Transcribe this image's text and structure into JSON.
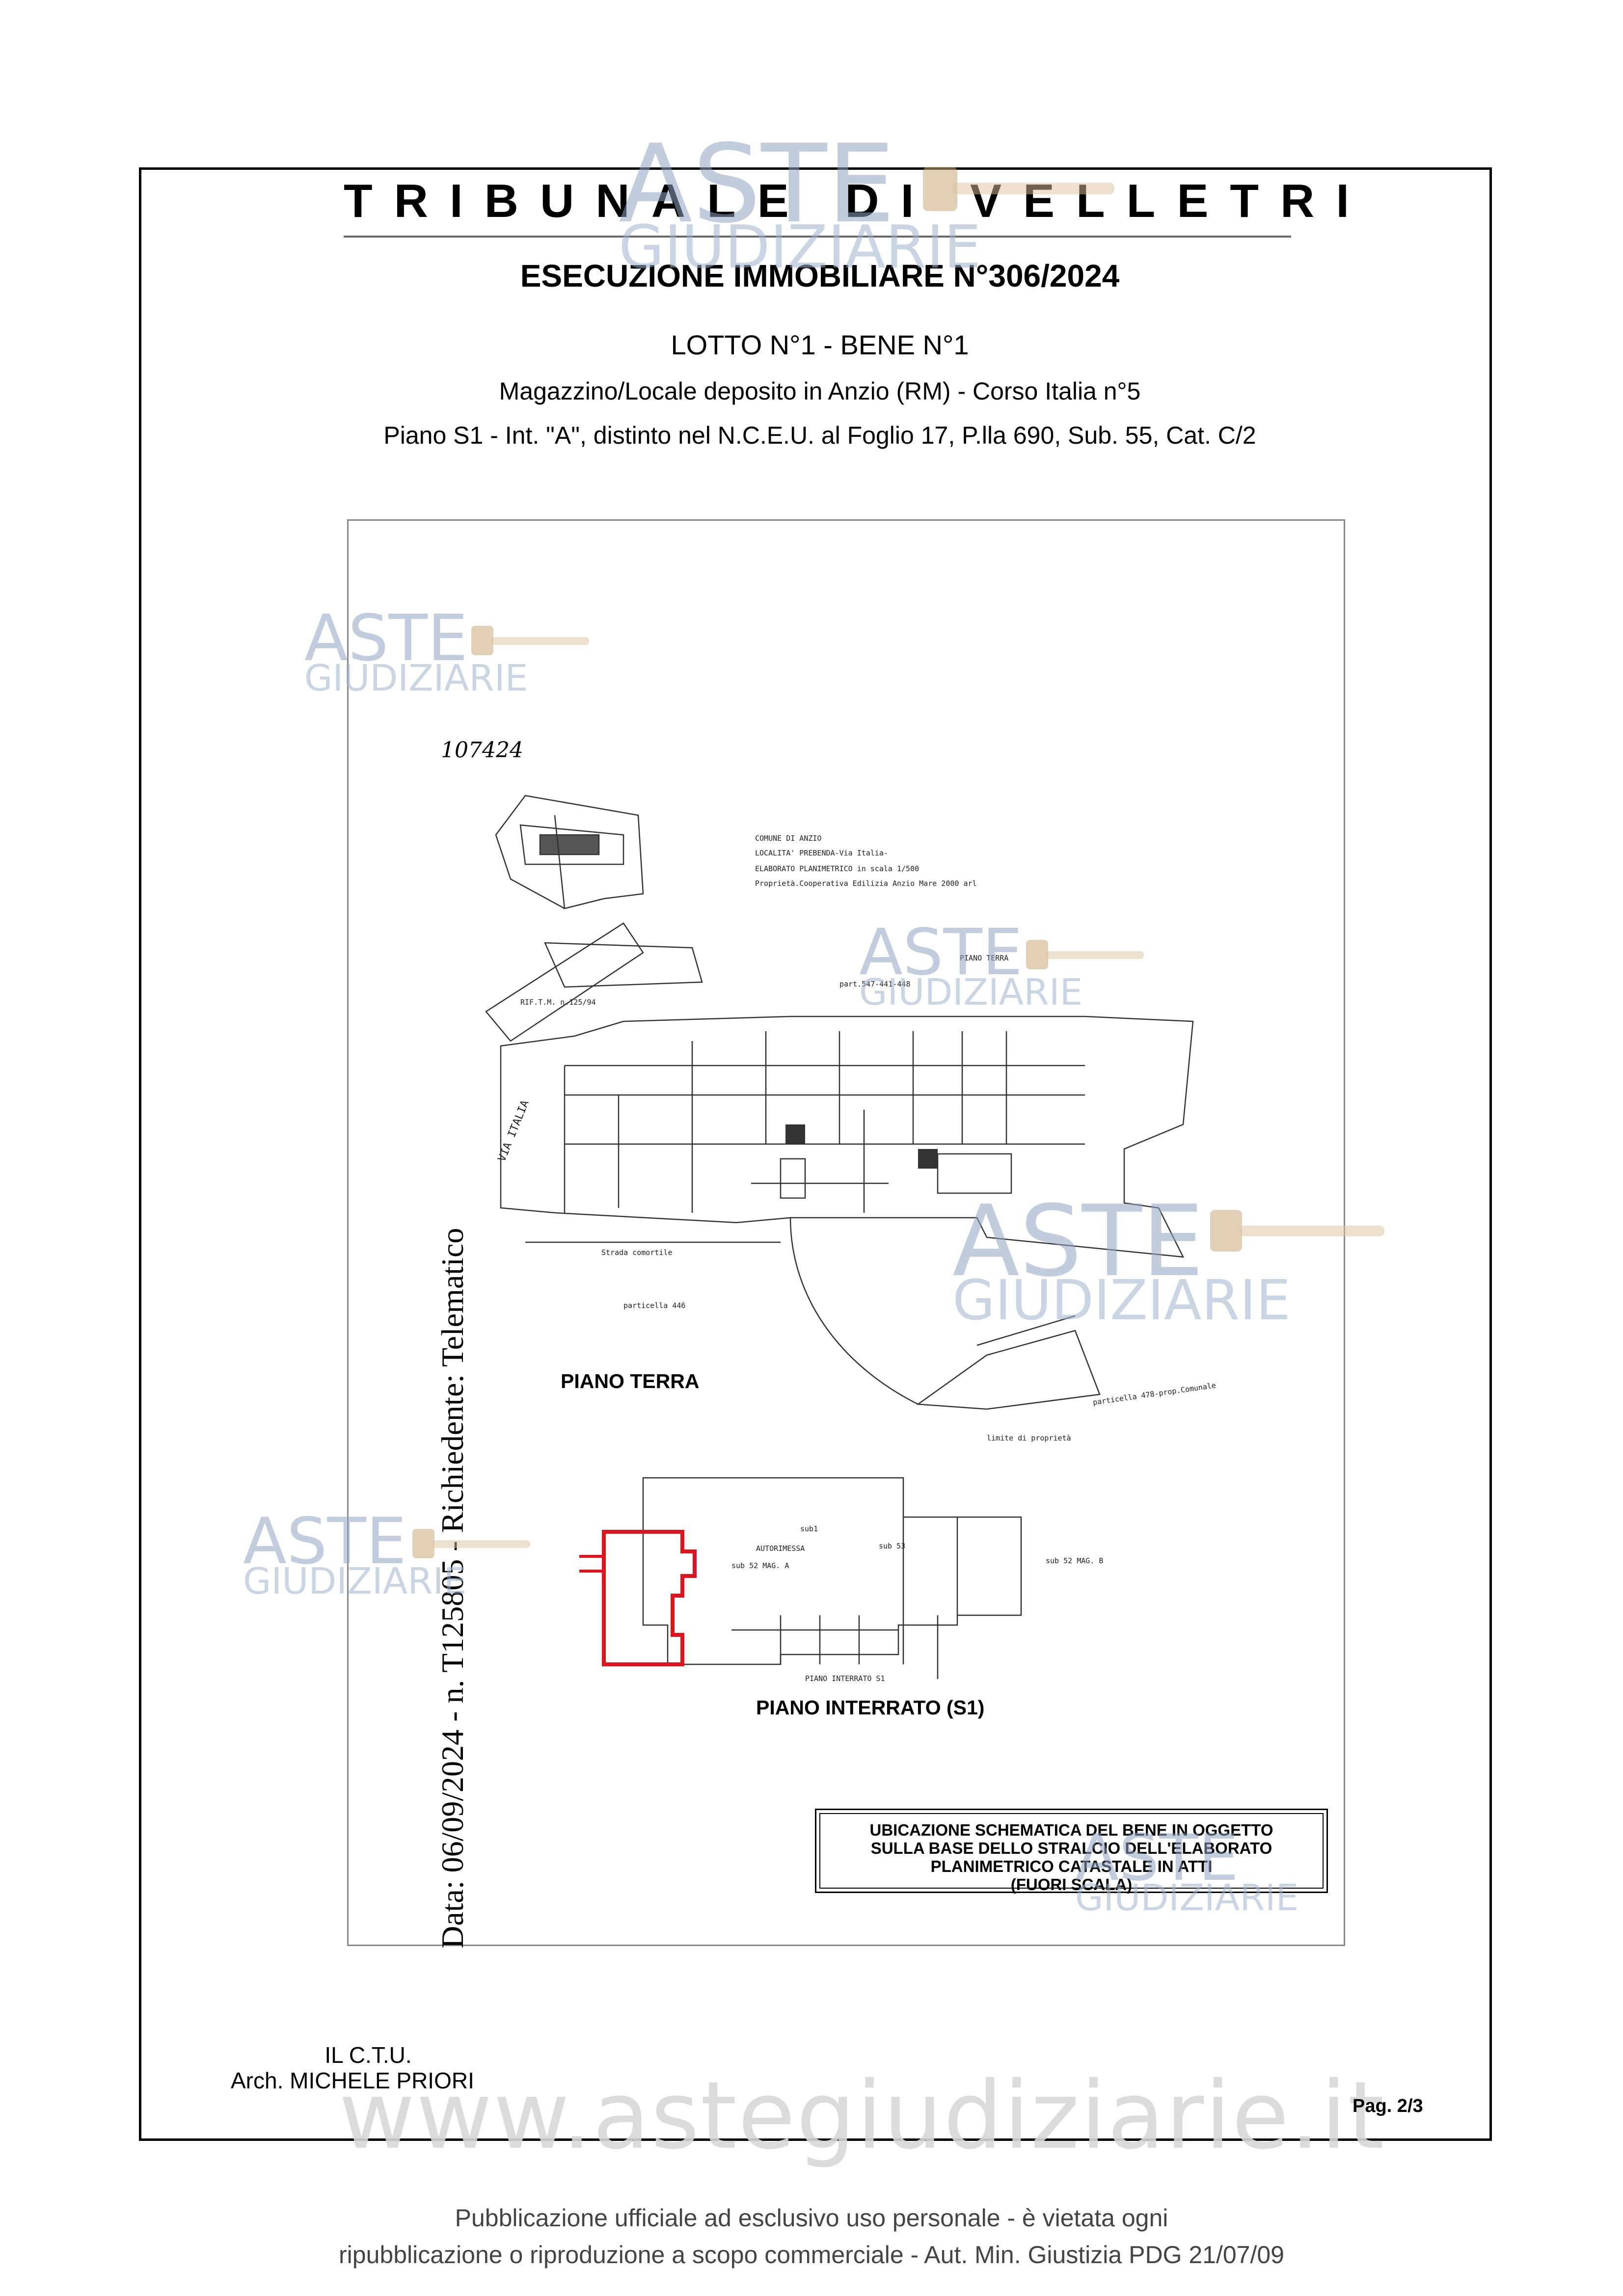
{
  "header": {
    "court": "TRIBUNALE DI VELLETRI",
    "execution": "ESECUZIONE IMMOBILIARE N°306/2024",
    "lot": "LOTTO N°1 - BENE N°1",
    "description_line1": "Magazzino/Locale deposito in Anzio (RM) -  Corso Italia n°5",
    "description_line2": "Piano S1 - Int. \"A\", distinto nel N.C.E.U. al Foglio 17, P.lla 690, Sub. 55, Cat. C/2"
  },
  "plan": {
    "handwritten_number": "107424",
    "notes": [
      "COMUNE DI ANZIO",
      "LOCALITA' PREBENDA-Via Italia-",
      "ELABORATO PLANIMETRICO in scala 1/500",
      "Proprietà.Cooperativa Edilizia Anzio Mare 2000 arl"
    ],
    "rif": "RIF.T.M. n.125/94",
    "via_italia": "VIA ITALIA",
    "piano_terra_small": "PIANO TERRA",
    "partic_top": "part.547-441-448",
    "strada": "Strada   comortile",
    "particella_446": "particella 446",
    "particella_right": "particella 478-prop.Comunale",
    "limite": "limite di proprietà",
    "piano_terra_label": "PIANO TERRA",
    "piano_interrato_small": "PIANO INTERRATO S1",
    "piano_interrato_label": "PIANO INTERRATO (S1)",
    "autorimessa": "AUTORIMESSA",
    "sub_labels": [
      "sub 52 MAG. A",
      "sub 53",
      "sub 52 MAG. B",
      "sub1"
    ],
    "stamp_lines": [
      "UBICAZIONE SCHEMATICA DEL BENE IN OGGETTO",
      "SULLA BASE DELLO STRALCIO DELL'ELABORATO",
      "PLANIMETRICO CATASTALE IN ATTI",
      "(FUORI SCALA)"
    ],
    "highlight_color": "#e0141e"
  },
  "side_text": "Data: 06/09/2024 - n. T125805 - Richiedente: Telematico",
  "signature": {
    "role": "IL C.T.U.",
    "name": "Arch. MICHELE PRIORI"
  },
  "page_number": "Pag. 2/3",
  "watermark": {
    "brand_top": "ASTE",
    "brand_bottom": "GIUDIZIARIE",
    "site": "www.astegiudiziarie.it"
  },
  "footer": {
    "line1": "Pubblicazione ufficiale ad esclusivo uso personale - è vietata ogni",
    "line2": "ripubblicazione o riproduzione a scopo commerciale - Aut. Min. Giustizia PDG 21/07/09"
  }
}
